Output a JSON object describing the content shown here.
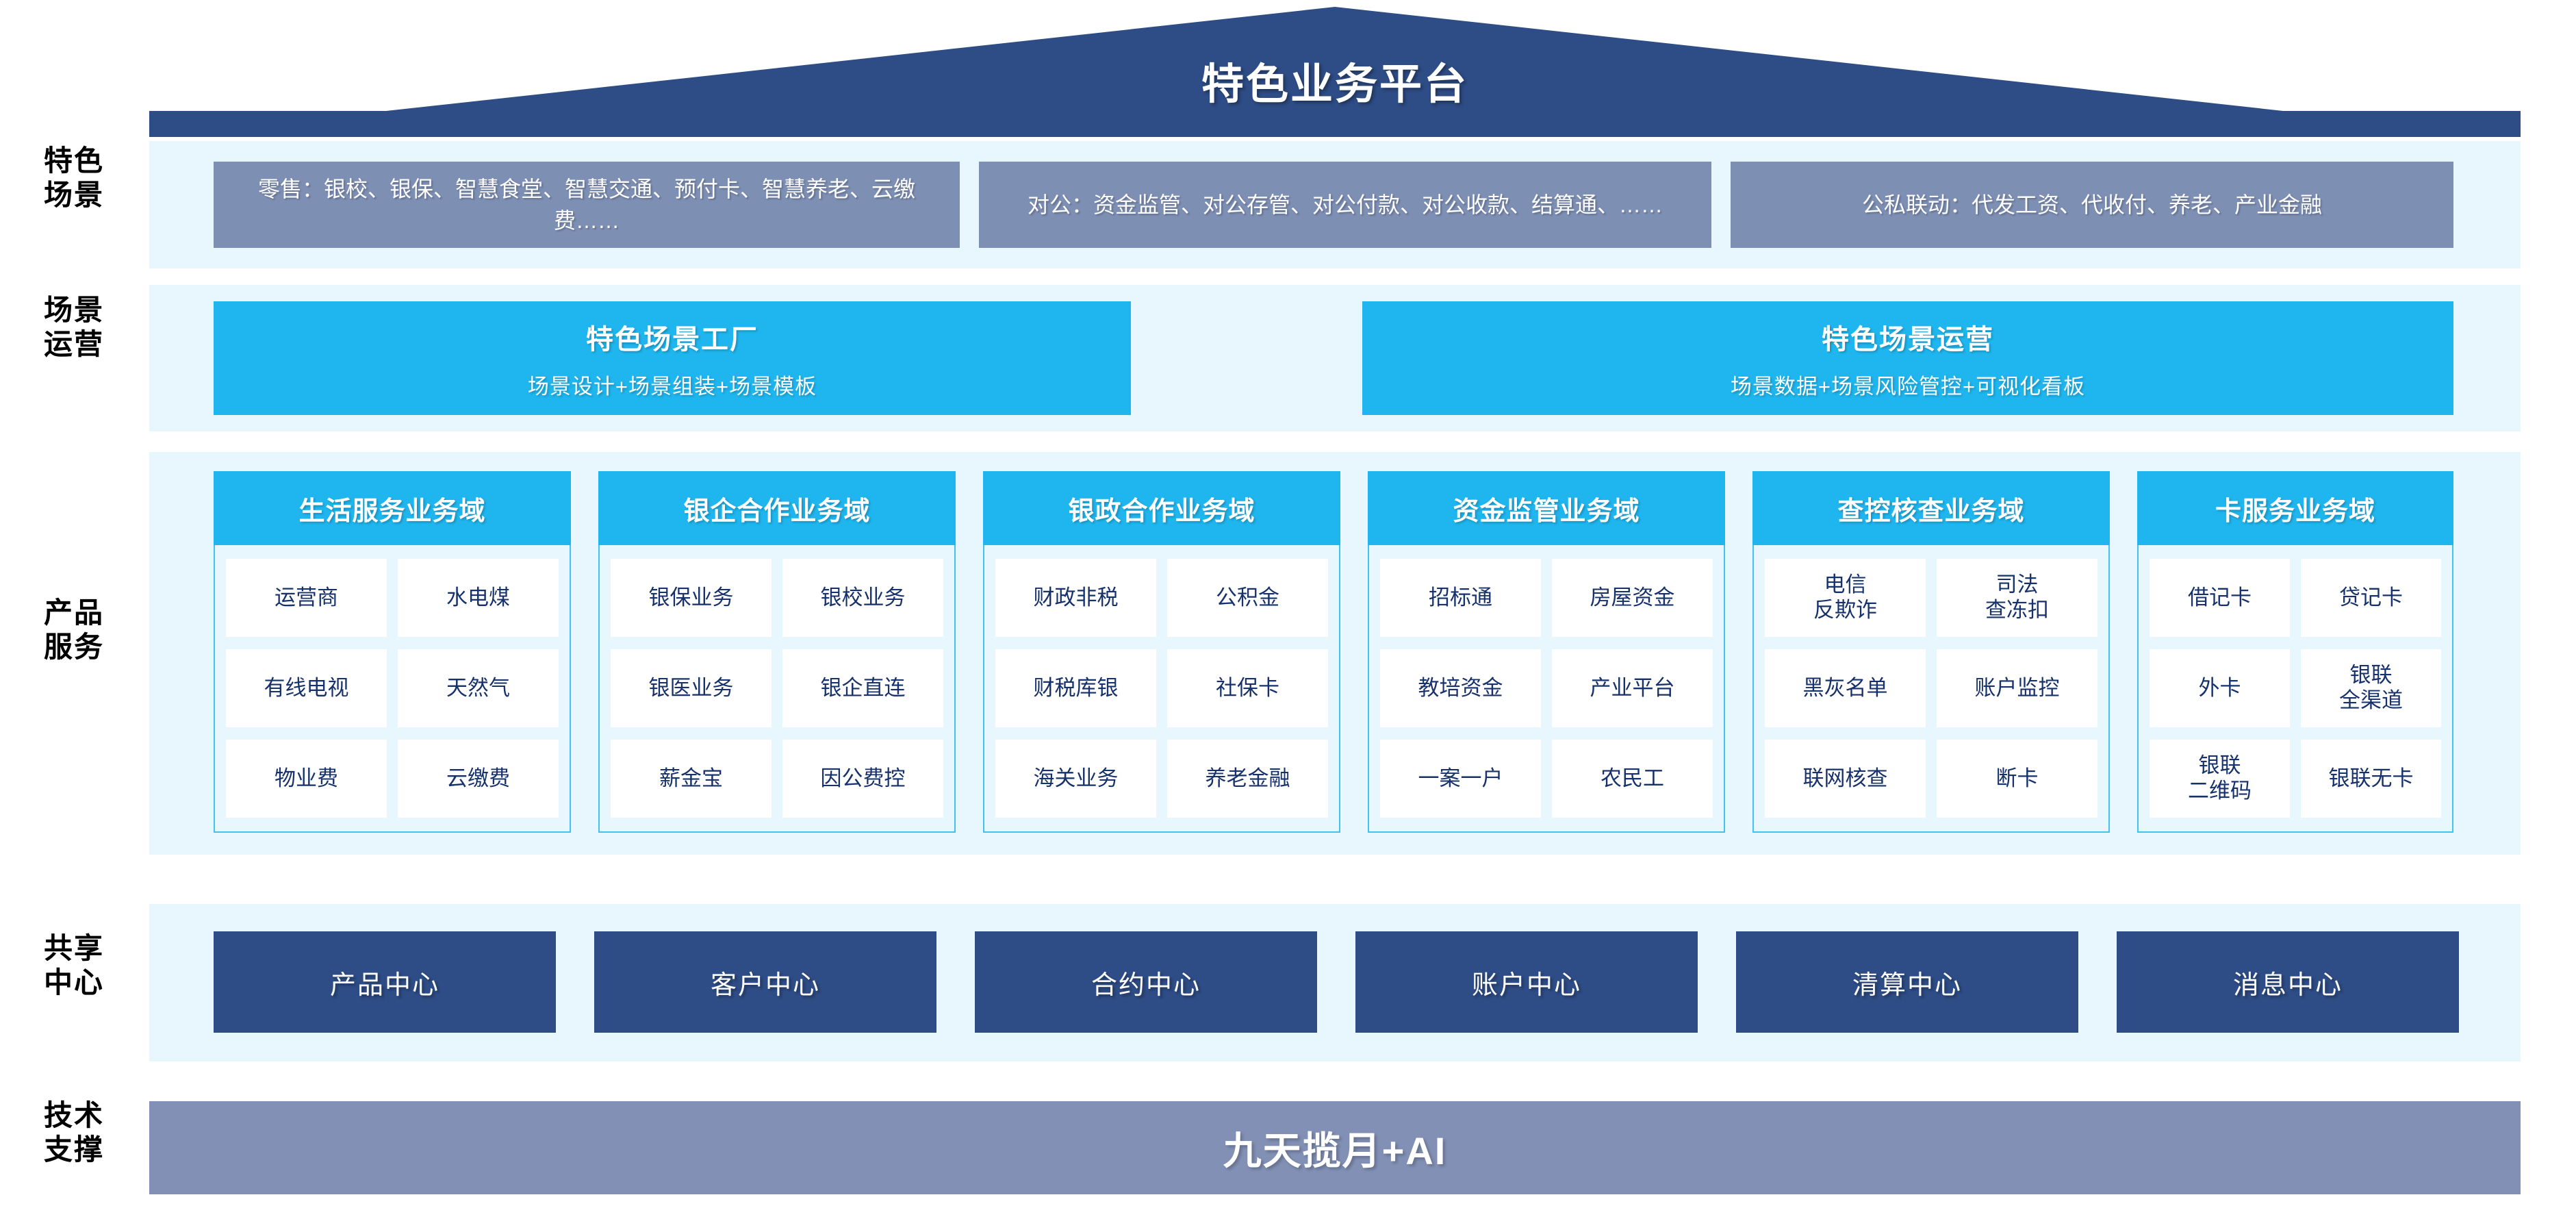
{
  "header": {
    "title": "特色业务平台",
    "roof_color": "#2e4c85"
  },
  "rail_labels": [
    {
      "name": "scenario",
      "text": "特色\n场景"
    },
    {
      "name": "scene-operation",
      "text": "场景\n运营"
    },
    {
      "name": "product-service",
      "text": "产品\n服务"
    },
    {
      "name": "shared-center",
      "text": "共享\n中心"
    },
    {
      "name": "tech-support",
      "text": "技术\n支撑"
    }
  ],
  "scenarios": {
    "band_color": "#e8f7fd",
    "box_color": "#7e8fb4",
    "items": [
      {
        "name": "retail",
        "text": "零售：银校、银保、智慧食堂、智慧交通、预付卡、智慧养老、云缴费……"
      },
      {
        "name": "corporate",
        "text": "对公：资金监管、对公存管、对公付款、对公收款、结算通、……"
      },
      {
        "name": "public-private-linkage",
        "text": "公私联动：代发工资、代收付、养老、产业金融"
      }
    ]
  },
  "scene_operation": {
    "accent_color": "#1fb6ef",
    "items": [
      {
        "name": "scene-factory",
        "title": "特色场景工厂",
        "subtitle": "场景设计+场景组装+场景模板"
      },
      {
        "name": "scene-operation",
        "title": "特色场景运营",
        "subtitle": "场景数据+场景风险管控+可视化看板"
      }
    ]
  },
  "product_service": {
    "head_color": "#1fb6ef",
    "body_color": "#e8f7fd",
    "cell_text_color": "#16316b",
    "domains": [
      {
        "name": "life-service",
        "title": "生活服务业务域",
        "cells": [
          "运营商",
          "水电煤",
          "有线电视",
          "天然气",
          "物业费",
          "云缴费"
        ]
      },
      {
        "name": "bank-enterprise",
        "title": "银企合作业务域",
        "cells": [
          "银保业务",
          "银校业务",
          "银医业务",
          "银企直连",
          "薪金宝",
          "因公费控"
        ]
      },
      {
        "name": "bank-government",
        "title": "银政合作业务域",
        "cells": [
          "财政非税",
          "公积金",
          "财税库银",
          "社保卡",
          "海关业务",
          "养老金融"
        ]
      },
      {
        "name": "fund-supervision",
        "title": "资金监管业务域",
        "cells": [
          "招标通",
          "房屋资金",
          "教培资金",
          "产业平台",
          "一案一户",
          "农民工"
        ]
      },
      {
        "name": "investigation-control",
        "title": "查控核查业务域",
        "cells": [
          "电信\n反欺诈",
          "司法\n查冻扣",
          "黑灰名单",
          "账户监控",
          "联网核查",
          "断卡"
        ]
      },
      {
        "name": "card-service",
        "title": "卡服务业务域",
        "cells": [
          "借记卡",
          "贷记卡",
          "外卡",
          "银联\n全渠道",
          "银联\n二维码",
          "银联无卡"
        ]
      }
    ]
  },
  "shared_centers": {
    "box_color": "#2e4c85",
    "items": [
      {
        "name": "product-center",
        "text": "产品中心"
      },
      {
        "name": "customer-center",
        "text": "客户中心"
      },
      {
        "name": "contract-center",
        "text": "合约中心"
      },
      {
        "name": "account-center",
        "text": "账户中心"
      },
      {
        "name": "settlement-center",
        "text": "清算中心"
      },
      {
        "name": "message-center",
        "text": "消息中心"
      }
    ]
  },
  "tech_support": {
    "bar_color": "#8290b5",
    "text": "九天揽月+AI"
  }
}
